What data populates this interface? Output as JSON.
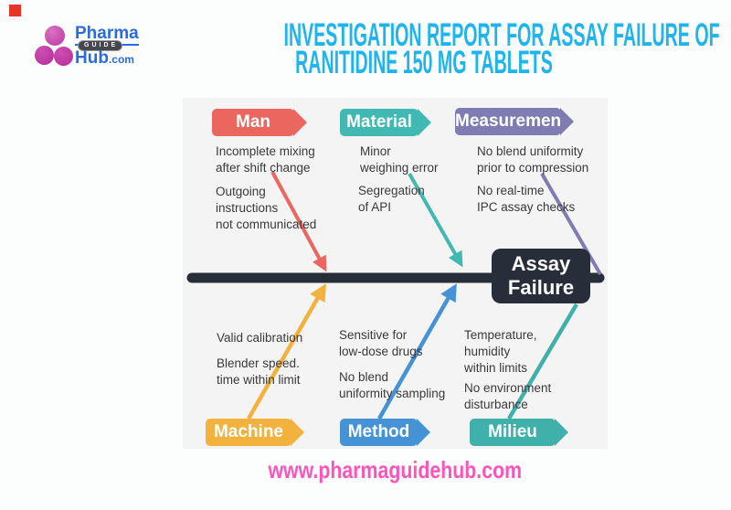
{
  "logo": {
    "word1": "Pharma",
    "badge": "GUIDE",
    "word2": "Hub",
    "tld": ".com"
  },
  "title": {
    "line1": "INVESTIGATION REPORT FOR ASSAY FAILURE OF",
    "line2": "RANITIDINE 150 MG TABLETS",
    "color": "#1db4f0"
  },
  "diagram": {
    "type": "fishbone",
    "effect": {
      "line1": "Assay",
      "line2": "Failure",
      "bg": "#272e3a"
    },
    "spine_color": "#272e3a",
    "categories": [
      {
        "name": "Man",
        "color": "#ec6660",
        "causes": [
          "Incomplete mixing\nafter shift change",
          "Outgoing\ninstructions\nnot communicated"
        ]
      },
      {
        "name": "Material",
        "color": "#41b8b1",
        "causes": [
          "Minor\nweighing error",
          "Segregation\nof API"
        ]
      },
      {
        "name": "Measurement",
        "color": "#7f7cb4",
        "causes": [
          "No blend uniformity\nprior to compression",
          "No real-time\nIPC assay checks"
        ]
      },
      {
        "name": "Machine",
        "color": "#f3b13e",
        "causes": [
          "Valid calibration",
          "Blender speed.\ntime within limit"
        ]
      },
      {
        "name": "Method",
        "color": "#4593d6",
        "causes": [
          "Sensitive for\nlow-dose drugs",
          "No blend\nuniformity sampling"
        ]
      },
      {
        "name": "Milieu",
        "color": "#3fb0aa",
        "causes": [
          "Temperature,\nhumidity\nwithin limits",
          "No environment\ndisturbance"
        ]
      }
    ]
  },
  "footer": {
    "url": "www.pharmaguidehub.com",
    "color": "#fd54bb"
  }
}
